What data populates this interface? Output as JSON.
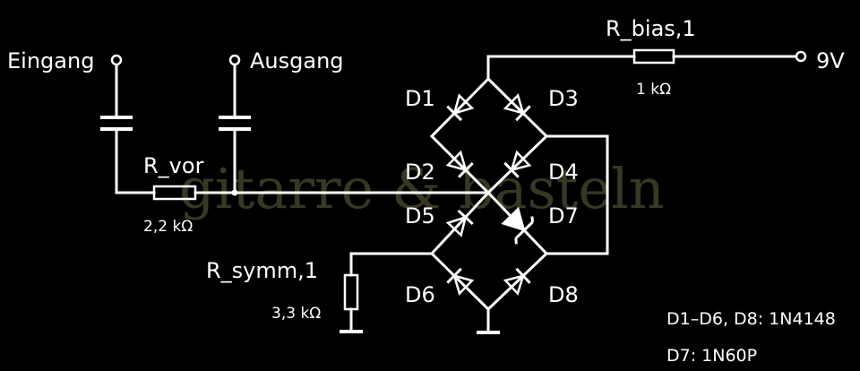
{
  "watermark": "gitarre & basteln",
  "terminals": {
    "input": "Eingang",
    "output": "Ausgang",
    "supply": "9V"
  },
  "resistors": {
    "r_bias": {
      "name": "R_bias,1",
      "value": "1 kΩ"
    },
    "r_vor": {
      "name": "R_vor",
      "value": "2,2 kΩ"
    },
    "r_symm": {
      "name": "R_symm,1",
      "value": "3,3 kΩ"
    }
  },
  "diodes": {
    "d1": "D1",
    "d2": "D2",
    "d3": "D3",
    "d4": "D4",
    "d5": "D5",
    "d6": "D6",
    "d7": "D7",
    "d8": "D8"
  },
  "notes": {
    "part_list_1": "D1–D6, D8: 1N4148",
    "part_list_2": "D7: 1N60P"
  }
}
